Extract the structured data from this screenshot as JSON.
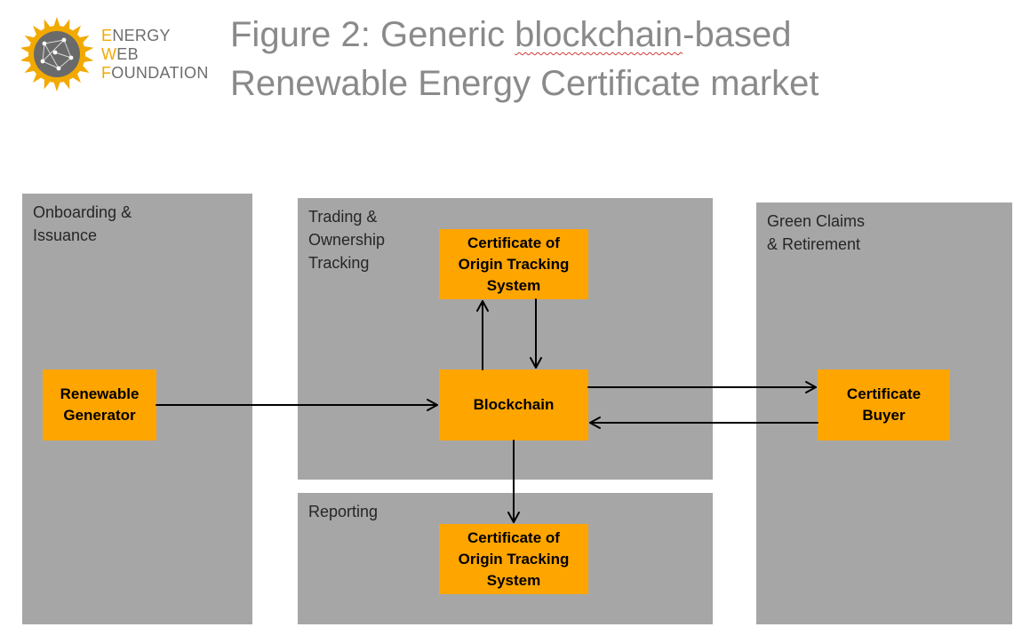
{
  "logo": {
    "lines": [
      {
        "accent": "E",
        "rest": "NERGY"
      },
      {
        "accent": "W",
        "rest": "EB"
      },
      {
        "accent": "F",
        "rest": "OUNDATION"
      }
    ]
  },
  "title": {
    "prefix": "Figure 2: Generic ",
    "squiggle_word": "blockchain",
    "suffix": "-based",
    "line2": "Renewable Energy Certificate market"
  },
  "panels": {
    "onboarding": "Onboarding  &\nIssuance",
    "trading": "Trading &\nOwnership\nTracking",
    "reporting": "Reporting",
    "green_claims": "Green Claims\n& Retirement"
  },
  "boxes": {
    "renewable_generator": "Renewable\nGenerator",
    "cots_top": "Certificate of\nOrigin  Tracking\nSystem",
    "blockchain": "Blockchain",
    "cots_bottom": "Certificate of\nOrigin  Tracking\nSystem",
    "certificate_buyer": "Certificate\nBuyer"
  },
  "colors": {
    "panel": "#a6a6a6",
    "box": "#ffa500",
    "title": "#8a8a8a",
    "logo_accent": "#f2a900"
  }
}
